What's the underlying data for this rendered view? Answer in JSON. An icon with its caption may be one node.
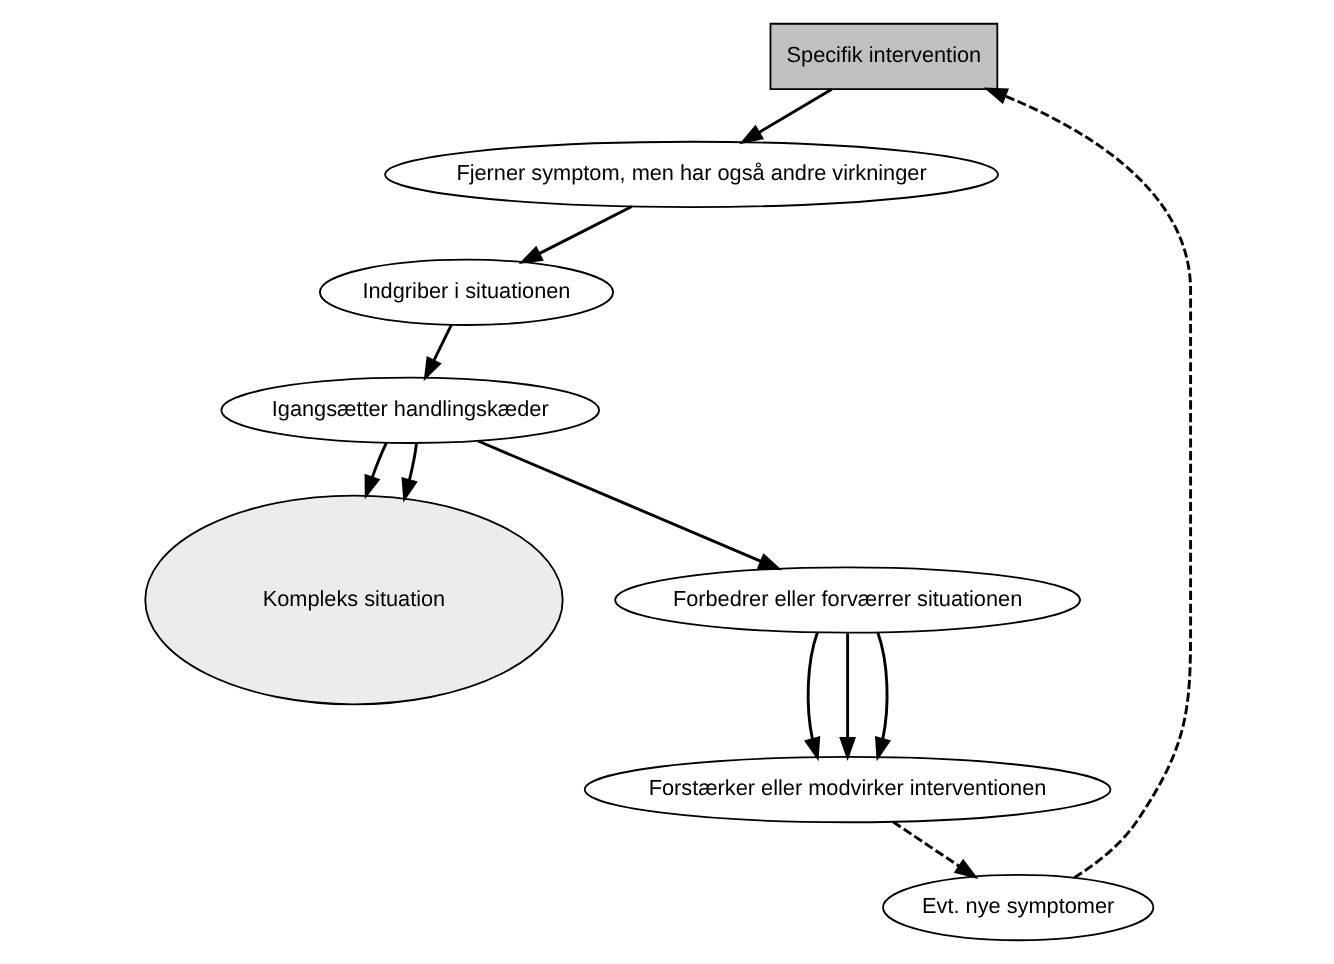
{
  "diagram": {
    "nodes": [
      {
        "text": [
          "Specifik intervention"
        ]
      },
      {
        "text": [
          "Evt. nye symptomer"
        ]
      },
      {
        "text": [
          "Forstærker eller modvirker interventionen"
        ]
      },
      {
        "text": [
          "Fjerner symptom, men har også andre virkninger"
        ]
      },
      {
        "text": [
          "Kompleks situation"
        ]
      },
      {
        "text": [
          "Forbedrer eller forværrer situationen"
        ]
      },
      {
        "text": [
          "Indgriber i situationen"
        ]
      },
      {
        "text": [
          "Igangsætter handlingskæder"
        ]
      }
    ],
    "edges": [
      {
        "from": 0,
        "to": 3,
        "arrow": "to"
      },
      {
        "from": 3,
        "to": 6,
        "arrow": "to"
      },
      {
        "from": 6,
        "to": 7,
        "arrow": "to"
      },
      {
        "from": 7,
        "to": 4,
        "arrow": "to"
      },
      {
        "from": 7,
        "to": 5,
        "arrow": "to"
      },
      {
        "from": 7,
        "to": 4,
        "arrow": "to"
      },
      {
        "from": 5,
        "to": 2,
        "arrow": "to"
      },
      {
        "from": 5,
        "to": 2,
        "arrow": "to"
      },
      {
        "from": 5,
        "to": 2,
        "arrow": "to"
      },
      {
        "from": 2,
        "to": 1,
        "arrow": "to",
        "style": "dashed"
      },
      {
        "from": 1,
        "to": 0,
        "arrow": "to",
        "style": "dashed"
      }
    ]
  }
}
